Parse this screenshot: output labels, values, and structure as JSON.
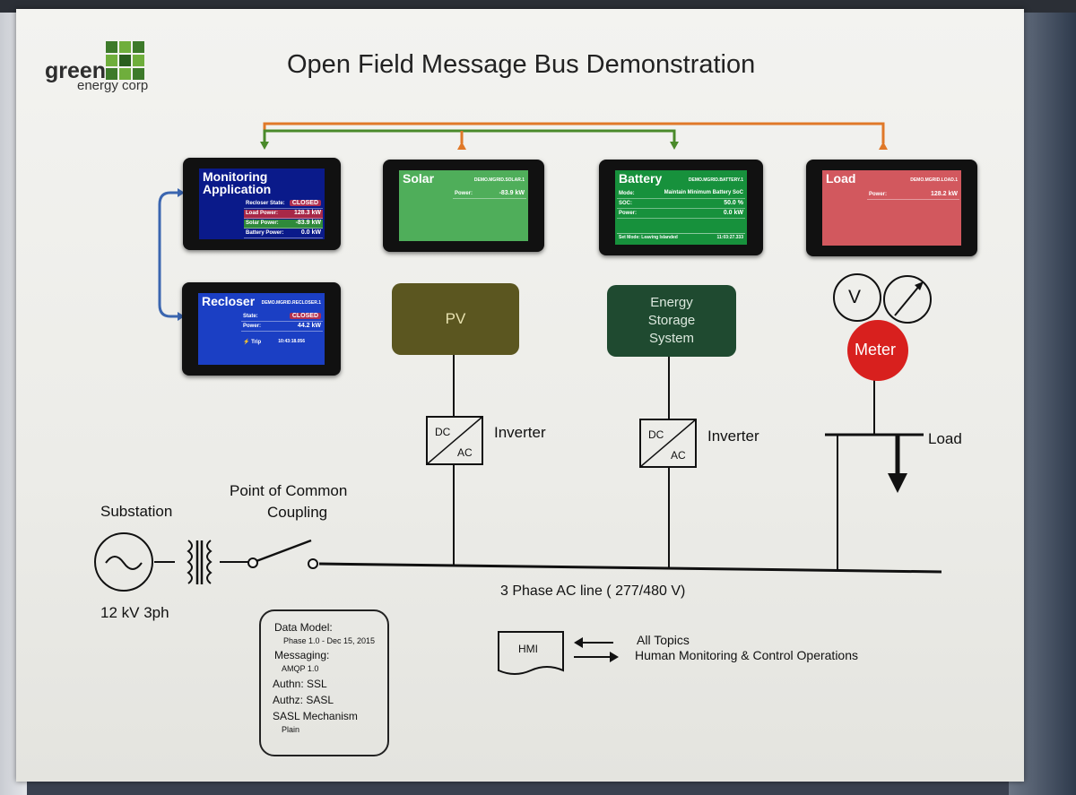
{
  "title": "Open Field Message Bus Demonstration",
  "logo": {
    "word1": "green",
    "word2": "energy corp"
  },
  "screens": {
    "monitoring": {
      "title_line1": "Monitoring",
      "title_line2": "Application",
      "rows": [
        {
          "label": "Recloser State:",
          "value": "CLOSED"
        },
        {
          "label": "Load Power:",
          "value": "128.3",
          "unit": "kW"
        },
        {
          "label": "Solar Power:",
          "value": "-83.9",
          "unit": "kW"
        },
        {
          "label": "Battery Power:",
          "value": "0.0",
          "unit": "kW"
        }
      ]
    },
    "solar": {
      "title": "Solar",
      "topic": "DEMO.MGRID.SOLAR.1",
      "power_label": "Power:",
      "power_value": "-83.9",
      "unit": "kW"
    },
    "battery": {
      "title": "Battery",
      "topic": "DEMO.MGRID.BATTERY.1",
      "mode_label": "Mode:",
      "mode_value": "Maintain Minimum Battery SoC",
      "soc_label": "SOC:",
      "soc_value": "50.0",
      "soc_unit": "%",
      "power_label": "Power:",
      "power_value": "0.0",
      "unit": "kW",
      "footer_left": "Set Mode: Leaving Islanded",
      "footer_right": "11:03:27.333"
    },
    "load": {
      "title": "Load",
      "topic": "DEMO.MGRID.LOAD.1",
      "power_label": "Power:",
      "power_value": "128.2",
      "unit": "kW"
    },
    "recloser": {
      "title": "Recloser",
      "topic": "DEMO.MGRID.RECLOSER.1",
      "state_label": "State:",
      "state_value": "CLOSED",
      "power_label": "Power:",
      "power_value": "44.2",
      "unit": "kW",
      "trip_label": "Trip",
      "trip_time": "10:43:18.056"
    }
  },
  "blocks": {
    "pv": "PV",
    "ess_line1": "Energy",
    "ess_line2": "Storage",
    "ess_line3": "System",
    "meter": "Meter",
    "voltmeter": "V"
  },
  "converters": {
    "dc": "DC",
    "ac": "AC"
  },
  "labels": {
    "inverter": "Inverter",
    "load": "Load",
    "substation": "Substation",
    "pcc_line1": "Point of  Common",
    "pcc_line2": "Coupling",
    "voltage": "12 kV 3ph",
    "ac_line": "3 Phase AC line ( 277/480 V)",
    "hmi": "HMI",
    "all_topics": "All Topics",
    "hmi_desc": "Human Monitoring & Control Operations"
  },
  "info_box": {
    "data_model": "Data Model:",
    "data_model_val": "Phase 1.0 - Dec 15, 2015",
    "messaging": "Messaging:",
    "messaging_val": "AMQP 1.0",
    "authn": "Authn: SSL",
    "authz": "Authz: SASL",
    "sasl": "SASL Mechanism",
    "sasl_val": "Plain"
  },
  "colors": {
    "bus_orange": "#e07828",
    "bus_green": "#4a8a2a",
    "blue_link": "#3b66b0",
    "monitoring_bg": "#0a1a8a",
    "solar_bg": "#4fae5a",
    "battery_bg": "#17913c",
    "load_bg": "#d2585e",
    "recloser_bg": "#1b3fc4",
    "pv_block": "#5b5620",
    "ess_block": "#1f4a30",
    "meter": "#d8201e"
  }
}
